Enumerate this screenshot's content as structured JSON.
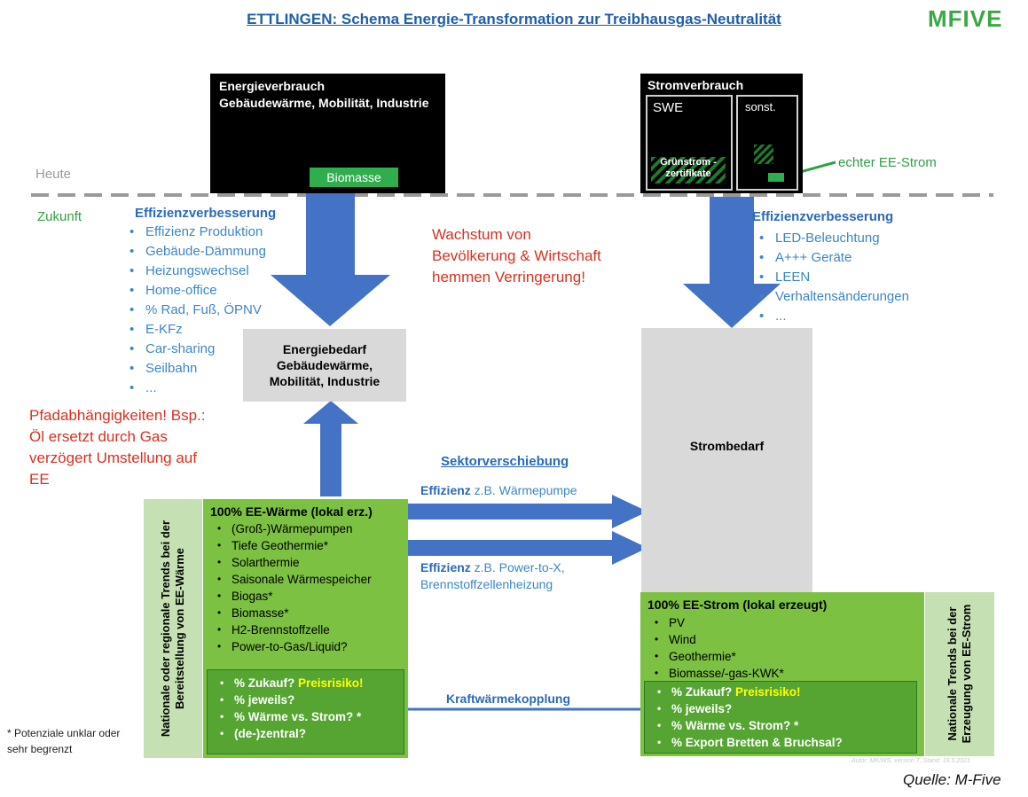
{
  "title": "ETTLINGEN: Schema Energie-Transformation zur Treibhausgas-Neutralität",
  "logo": "MFIVE",
  "heute_label": "Heute",
  "zukunft_label": "Zukunft",
  "energieverbrauch": {
    "title": "Energieverbrauch",
    "subtitle": "Gebäudewärme, Mobilität, Industrie",
    "biomasse": "Biomasse"
  },
  "stromverbrauch": {
    "title": "Stromverbrauch",
    "swe": "SWE",
    "sonst": "sonst.",
    "gruenstrom": "Grünstrom -zertifikate",
    "echter_ee": "echter EE-Strom"
  },
  "effizienz_left": {
    "heading": "Effizienzverbesserung",
    "items": [
      "Effizienz Produktion",
      "Gebäude-Dämmung",
      "Heizungswechsel",
      "Home-office",
      "% Rad, Fuß, ÖPNV",
      "E-KFz",
      "Car-sharing",
      "Seilbahn",
      "..."
    ]
  },
  "effizienz_right": {
    "heading": "Effizienzverbesserung",
    "items": [
      "LED-Beleuchtung",
      "A+++ Geräte",
      "LEEN",
      "Verhaltensänderungen",
      "..."
    ]
  },
  "wachstum": "Wachstum von Bevölkerung & Wirtschaft hemmen Verringerung!",
  "pfad": "Pfadabhängigkeiten! Bsp.: Öl ersetzt durch Gas verzögert Umstellung auf EE",
  "energiebedarf": "Energiebedarf Gebäudewärme, Mobilität, Industrie",
  "strombedarf": "Strombedarf",
  "sektor": {
    "heading": "Sektorverschiebung",
    "eff1_bold": "Effizienz",
    "eff1_rest": " z.B. Wärmepumpe",
    "eff2_bold": "Effizienz",
    "eff2_rest": " z.B. Power-to-X,",
    "eff2_line2": "Brennstoffzellenheizung",
    "kwk": "Kraftwärmekopplung"
  },
  "ee_waerme": {
    "heading": "100% EE-Wärme (lokal erz.)",
    "items": [
      "(Groß-)Wärmepumpen",
      "Tiefe Geothermie*",
      "Solarthermie",
      "Saisonale Wärmespeicher",
      "Biogas*",
      "Biomasse*",
      "H2-Brennstoffzelle",
      "Power-to-Gas/Liquid?"
    ],
    "sub_first": "% Zukauf? ",
    "sub_first_hl": "Preisrisiko!",
    "sub_items": [
      "% jeweils?",
      "% Wärme vs. Strom? *",
      "(de-)zentral?"
    ],
    "side_label": "Nationale oder regionale Trends bei der Bereitstellung von EE-Wärme"
  },
  "ee_strom": {
    "heading": "100% EE-Strom (lokal erzeugt)",
    "items": [
      "PV",
      "Wind",
      "Geothermie*",
      "Biomasse/-gas-KWK*"
    ],
    "sub_first": "% Zukauf? ",
    "sub_first_hl": "Preisrisiko!",
    "sub_items": [
      "% jeweils?",
      "% Wärme vs. Strom? *",
      "% Export Bretten & Bruchsal?"
    ],
    "side_label": "Nationale Trends bei der Erzeugung von EE-Strom"
  },
  "footnote": "* Potenziale unklar oder sehr begrenzt",
  "author": "Autor: MK/WS, version 7, Stand: 19.5.2021",
  "quelle": "Quelle: M-Five",
  "colors": {
    "arrow": "#4472c4",
    "green": "#7cc142",
    "gray": "#d9d9d9",
    "red": "#d83020",
    "blue": "#2a6ab8"
  }
}
